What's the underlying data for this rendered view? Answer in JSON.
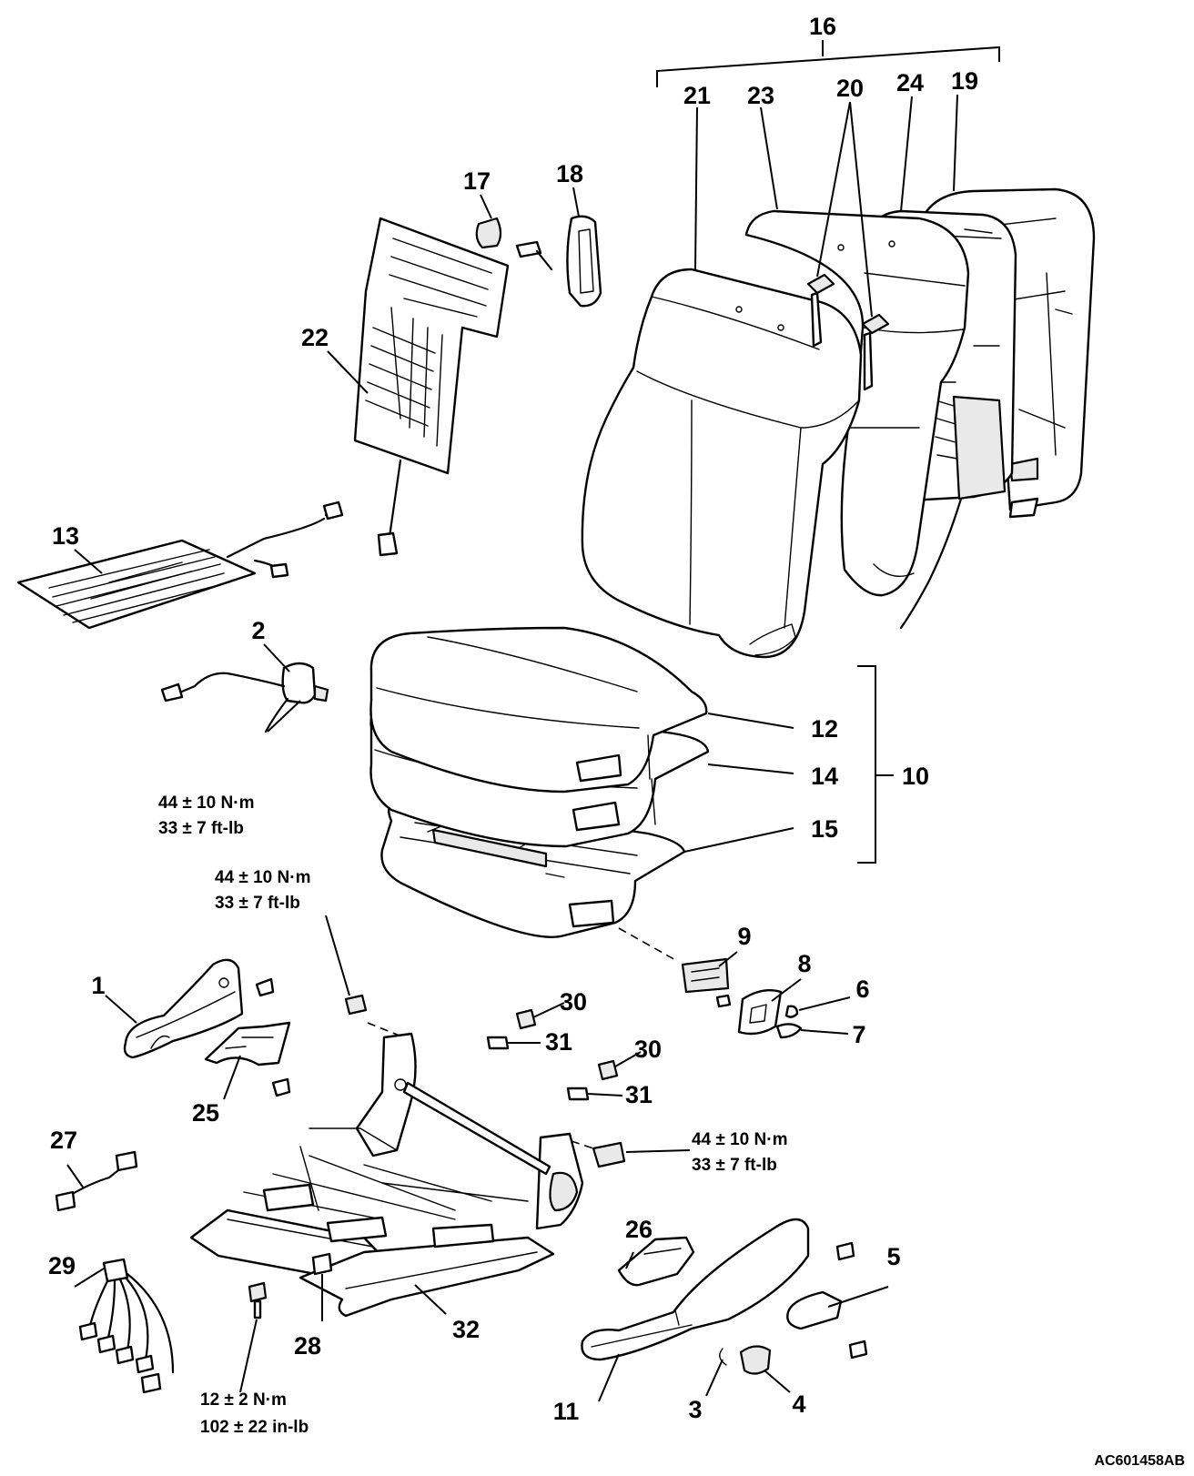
{
  "diagram_code": "AC601458AB",
  "callouts": {
    "c1": "1",
    "c2": "2",
    "c3": "3",
    "c4": "4",
    "c5": "5",
    "c6": "6",
    "c7": "7",
    "c8": "8",
    "c9": "9",
    "c10": "10",
    "c11": "11",
    "c12": "12",
    "c13": "13",
    "c14": "14",
    "c15": "15",
    "c16": "16",
    "c17": "17",
    "c18": "18",
    "c19": "19",
    "c20": "20",
    "c21": "21",
    "c22": "22",
    "c23": "23",
    "c24": "24",
    "c25": "25",
    "c26": "26",
    "c27": "27",
    "c28": "28",
    "c29": "29",
    "c30a": "30",
    "c30b": "30",
    "c31a": "31",
    "c31b": "31",
    "c32": "32"
  },
  "torque_specs": {
    "belt_buckle": {
      "metric": "44 ± 10 N·m",
      "imperial": "33 ± 7 ft-lb"
    },
    "frame_front": {
      "metric": "44 ± 10 N·m",
      "imperial": "33 ± 7 ft-lb"
    },
    "frame_side": {
      "metric": "44 ± 10 N·m",
      "imperial": "33 ± 7 ft-lb"
    },
    "frame_bottom": {
      "metric": "12 ± 2 N·m",
      "imperial": "102 ± 22 in-lb"
    }
  }
}
